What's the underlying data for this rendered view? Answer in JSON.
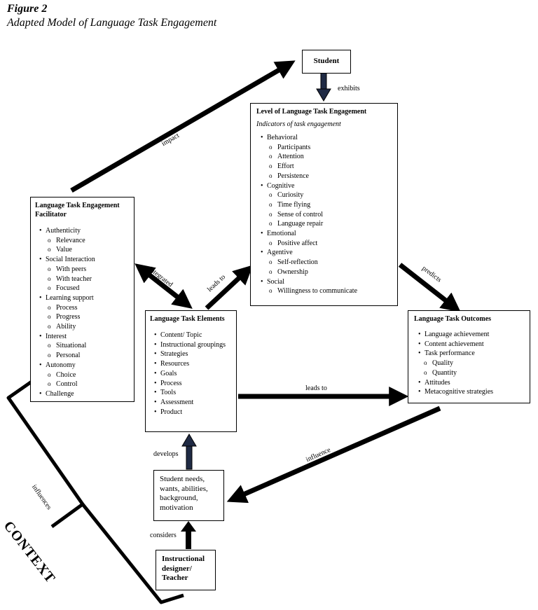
{
  "figure": {
    "label": "Figure 2",
    "title": "Adapted Model of Language Task Engagement"
  },
  "student_box": {
    "title": "Student"
  },
  "engagement_box": {
    "title": "Level of Language Task Engagement",
    "subtitle": "Indicators of task engagement",
    "groups": [
      {
        "label": "Behavioral",
        "items": [
          "Participants",
          "Attention",
          "Effort",
          "Persistence"
        ]
      },
      {
        "label": "Cognitive",
        "items": [
          "Curiosity",
          "Time flying",
          "Sense of control",
          "Language repair"
        ]
      },
      {
        "label": "Emotional",
        "items": [
          "Positive affect"
        ]
      },
      {
        "label": "Agentive",
        "items": [
          "Self-reflection",
          "Ownership"
        ]
      },
      {
        "label": "Social",
        "items": [
          "Willingness to communicate"
        ]
      }
    ]
  },
  "facilitator_box": {
    "title": "Language Task Engagement Facilitator",
    "groups": [
      {
        "label": "Authenticity",
        "items": [
          "Relevance",
          "Value"
        ]
      },
      {
        "label": "Social Interaction",
        "items": [
          "With peers",
          "With teacher",
          "Focused"
        ]
      },
      {
        "label": "Learning support",
        "items": [
          "Process",
          "Progress",
          "Ability"
        ]
      },
      {
        "label": "Interest",
        "items": [
          "Situational",
          "Personal"
        ]
      },
      {
        "label": "Autonomy",
        "items": [
          "Choice",
          "Control"
        ]
      },
      {
        "label": "Challenge",
        "items": []
      }
    ]
  },
  "elements_box": {
    "title": "Language Task Elements",
    "items": [
      "Content/ Topic",
      "Instructional groupings",
      "Strategies",
      "Resources",
      "Goals",
      "Process",
      "Tools",
      "Assessment",
      "Product"
    ]
  },
  "outcomes_box": {
    "title": "Language Task Outcomes",
    "items": [
      {
        "label": "Language achievement",
        "items": []
      },
      {
        "label": "Content achievement",
        "items": []
      },
      {
        "label": "Task performance",
        "items": [
          "Quality",
          "Quantity"
        ]
      },
      {
        "label": "Attitudes",
        "items": []
      },
      {
        "label": "Metacognitive strategies",
        "items": []
      }
    ]
  },
  "needs_box": {
    "text": "Student needs, wants, abilities, background, motivation"
  },
  "designer_box": {
    "text": "Instructional designer/ Teacher"
  },
  "arrow_labels": {
    "impact": "impact",
    "exhibits": "exhibits",
    "integrated": "integrated",
    "leads_to_upper": "leads to",
    "predicts": "predicts",
    "leads_to_lower": "leads to",
    "influence": "influence",
    "develops": "develops",
    "considers": "considers",
    "influences": "influences"
  },
  "context_label": "CONTEXT",
  "colors": {
    "arrow": "#000000",
    "hollow_arrow_fill": "#1f2a44",
    "box_border": "#000000"
  }
}
